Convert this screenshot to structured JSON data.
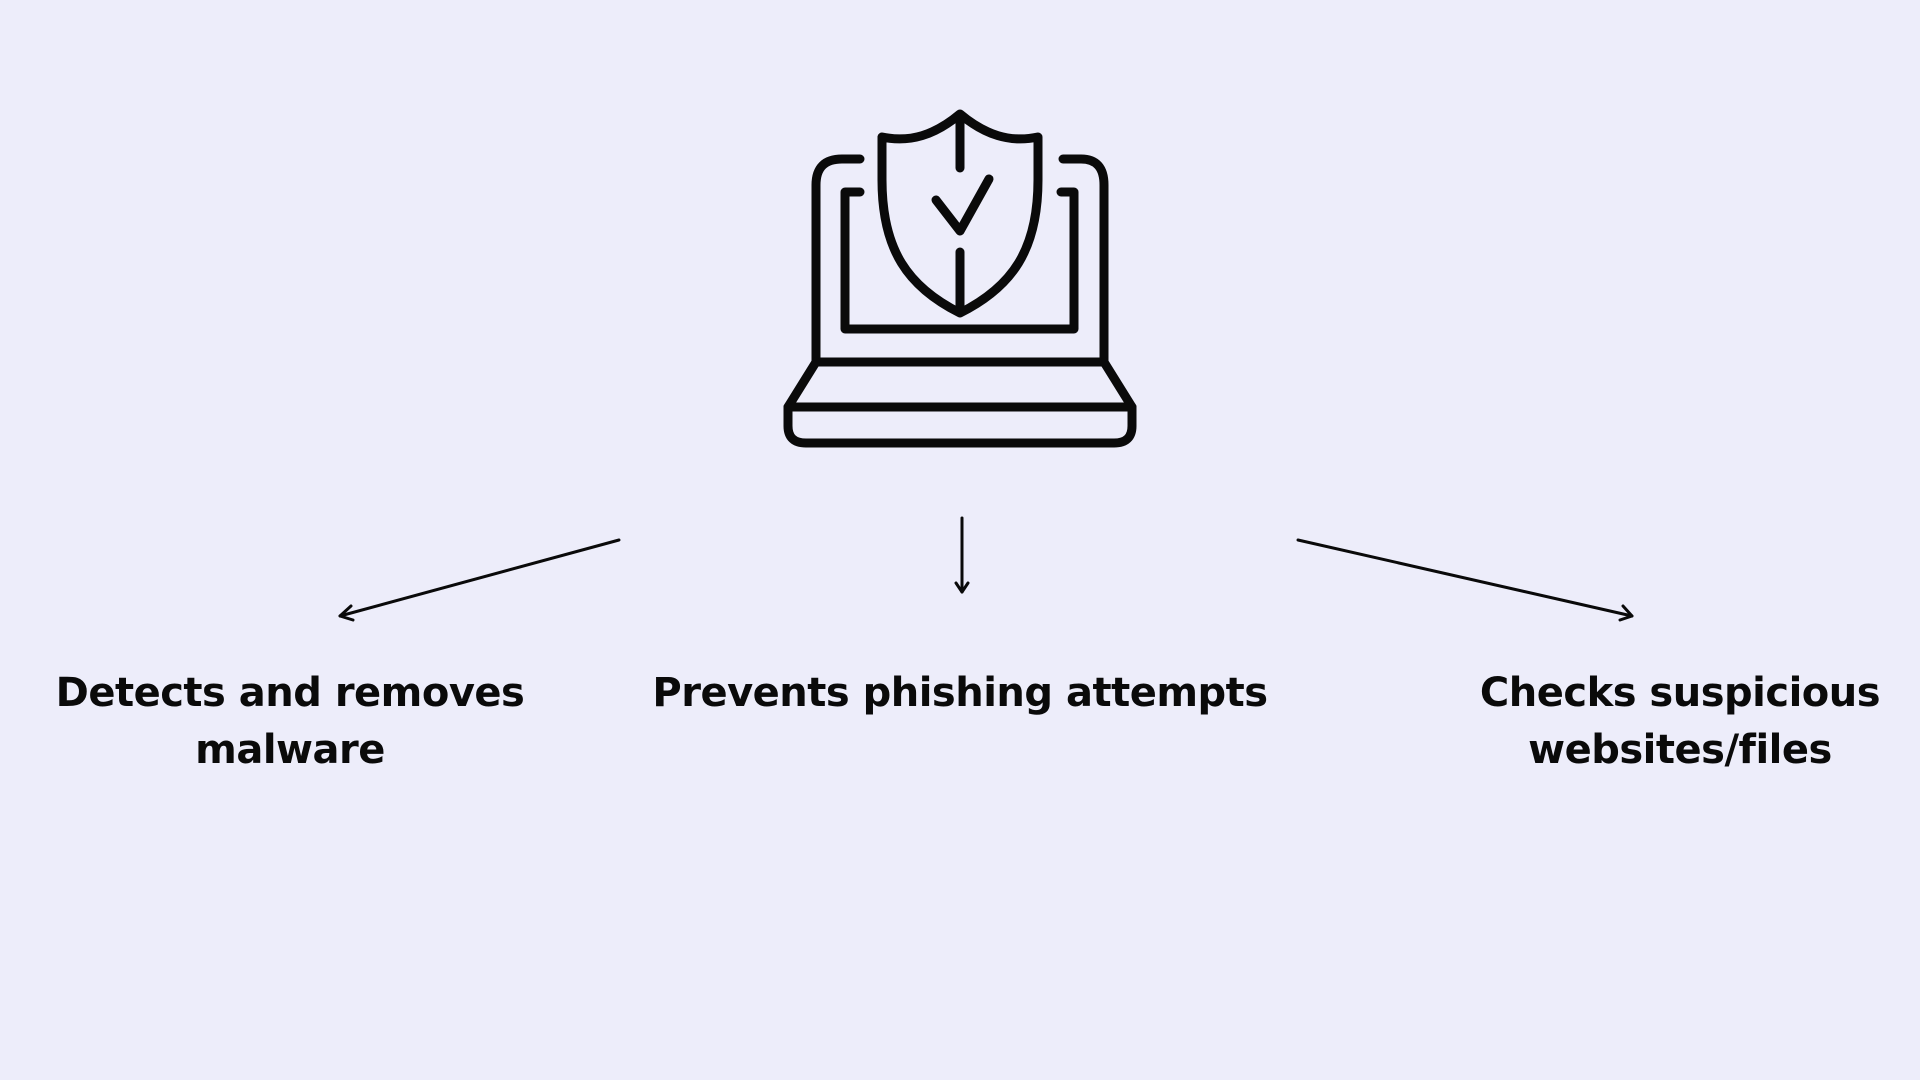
{
  "colors": {
    "background": "#EDEDFA",
    "ink": "#0A0A0A"
  },
  "icon": "laptop-shield-check-icon",
  "features": [
    {
      "lines": [
        "Detects and removes",
        "malware"
      ]
    },
    {
      "lines": [
        "Prevents phishing attempts"
      ]
    },
    {
      "lines": [
        "Checks suspicious",
        "websites/files"
      ]
    }
  ]
}
